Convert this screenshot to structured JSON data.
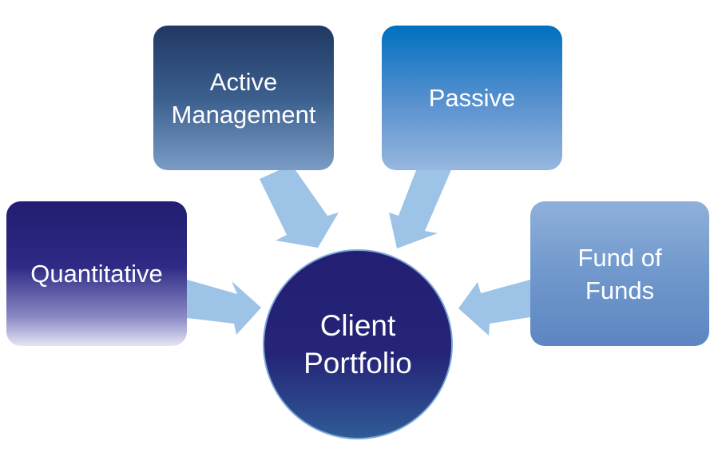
{
  "diagram": {
    "center": {
      "label": "Client\nPortfolio"
    },
    "nodes": [
      {
        "id": "active",
        "label": "Active\nManagement"
      },
      {
        "id": "passive",
        "label": "Passive"
      },
      {
        "id": "quantitative",
        "label": "Quantitative"
      },
      {
        "id": "fund_of_funds",
        "label": "Fund of\nFunds"
      }
    ],
    "colors": {
      "arrow": "#9dc3e6",
      "active_top": "#203864",
      "passive_top": "#0070c0",
      "quantitative_top": "#221e72",
      "fund_of_funds_top": "#8fb0da",
      "center": "#231f73"
    }
  }
}
